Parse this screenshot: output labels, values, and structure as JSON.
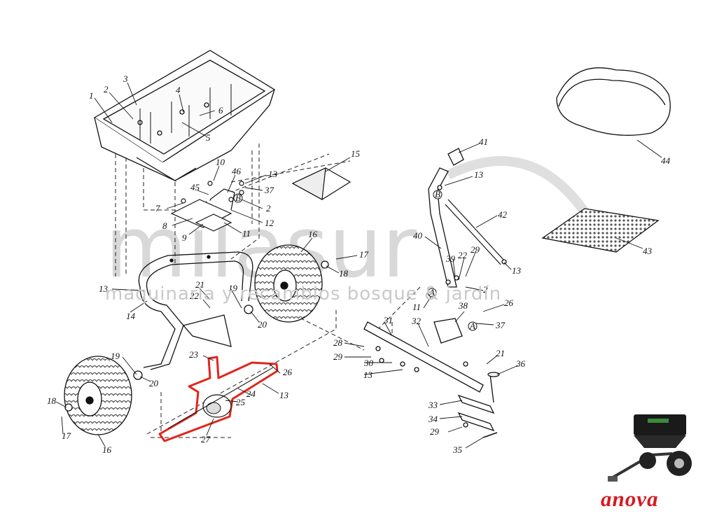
{
  "watermark": {
    "logo": "milasur",
    "tagline": "maquinaria y recambios bosque & jardín"
  },
  "brand": {
    "name": "anova"
  },
  "callouts": [
    {
      "id": "c1",
      "label": "1"
    },
    {
      "id": "c2",
      "label": "2"
    },
    {
      "id": "c3",
      "label": "3"
    },
    {
      "id": "c4",
      "label": "4"
    },
    {
      "id": "c5",
      "label": "5"
    },
    {
      "id": "c6",
      "label": "6"
    },
    {
      "id": "c10",
      "label": "10"
    },
    {
      "id": "c46",
      "label": "46"
    },
    {
      "id": "c13a",
      "label": "13"
    },
    {
      "id": "c45",
      "label": "45"
    },
    {
      "id": "c37a",
      "label": "37"
    },
    {
      "id": "c7",
      "label": "7"
    },
    {
      "id": "c2b",
      "label": "2"
    },
    {
      "id": "c8",
      "label": "8"
    },
    {
      "id": "c12",
      "label": "12"
    },
    {
      "id": "c9",
      "label": "9"
    },
    {
      "id": "c11a",
      "label": "11"
    },
    {
      "id": "c15",
      "label": "15"
    },
    {
      "id": "c16a",
      "label": "16"
    },
    {
      "id": "c17a",
      "label": "17"
    },
    {
      "id": "c18a",
      "label": "18"
    },
    {
      "id": "c13b",
      "label": "13"
    },
    {
      "id": "c21a",
      "label": "21"
    },
    {
      "id": "c22a",
      "label": "22"
    },
    {
      "id": "c19a",
      "label": "19"
    },
    {
      "id": "c14",
      "label": "14"
    },
    {
      "id": "c20a",
      "label": "20"
    },
    {
      "id": "c23",
      "label": "23"
    },
    {
      "id": "c19b",
      "label": "19"
    },
    {
      "id": "c20b",
      "label": "20"
    },
    {
      "id": "c25",
      "label": "25"
    },
    {
      "id": "c24",
      "label": "24"
    },
    {
      "id": "c26a",
      "label": "26"
    },
    {
      "id": "c13c",
      "label": "13"
    },
    {
      "id": "c18b",
      "label": "18"
    },
    {
      "id": "c17b",
      "label": "17"
    },
    {
      "id": "c27",
      "label": "27"
    },
    {
      "id": "c16b",
      "label": "16"
    },
    {
      "id": "c41",
      "label": "41"
    },
    {
      "id": "c13d",
      "label": "13"
    },
    {
      "id": "c42",
      "label": "42"
    },
    {
      "id": "c40",
      "label": "40"
    },
    {
      "id": "c39",
      "label": "39"
    },
    {
      "id": "c22b",
      "label": "22"
    },
    {
      "id": "c29a",
      "label": "29"
    },
    {
      "id": "c13e",
      "label": "13"
    },
    {
      "id": "c11b",
      "label": "11"
    },
    {
      "id": "c2c",
      "label": "2"
    },
    {
      "id": "c38",
      "label": "38"
    },
    {
      "id": "c26b",
      "label": "26"
    },
    {
      "id": "c37b",
      "label": "37"
    },
    {
      "id": "c31",
      "label": "31"
    },
    {
      "id": "c32",
      "label": "32"
    },
    {
      "id": "c28",
      "label": "28"
    },
    {
      "id": "c29b",
      "label": "29"
    },
    {
      "id": "c30",
      "label": "30"
    },
    {
      "id": "c13f",
      "label": "13"
    },
    {
      "id": "c21b",
      "label": "21"
    },
    {
      "id": "c36",
      "label": "36"
    },
    {
      "id": "c33",
      "label": "33"
    },
    {
      "id": "c34",
      "label": "34"
    },
    {
      "id": "c29c",
      "label": "29"
    },
    {
      "id": "c35",
      "label": "35"
    },
    {
      "id": "c44",
      "label": "44"
    },
    {
      "id": "c43",
      "label": "43"
    }
  ],
  "markers": [
    {
      "id": "mB1",
      "label": "B"
    },
    {
      "id": "mA1",
      "label": "A"
    },
    {
      "id": "mB2",
      "label": "B"
    },
    {
      "id": "mA2",
      "label": "A"
    },
    {
      "id": "mA3",
      "label": "A"
    }
  ],
  "colors": {
    "line": "#111111",
    "highlight": "#e1261c",
    "brand": "#d71920",
    "watermark": "#c9c9c9"
  }
}
